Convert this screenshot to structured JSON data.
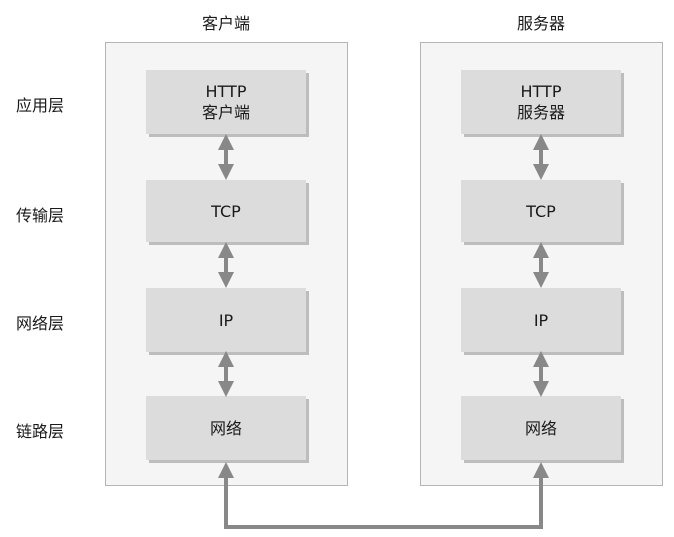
{
  "columns": {
    "client_title": "客户端",
    "server_title": "服务器"
  },
  "layers": {
    "application": "应用层",
    "transport": "传输层",
    "network": "网络层",
    "link": "链路层"
  },
  "client": {
    "http_line1": "HTTP",
    "http_line2": "客户端",
    "tcp": "TCP",
    "ip": "IP",
    "net": "网络"
  },
  "server": {
    "http_line1": "HTTP",
    "http_line2": "服务器",
    "tcp": "TCP",
    "ip": "IP",
    "net": "网络"
  },
  "colors": {
    "arrow": "#888888",
    "block": "#dcdcdc",
    "panel": "#f5f5f5"
  }
}
